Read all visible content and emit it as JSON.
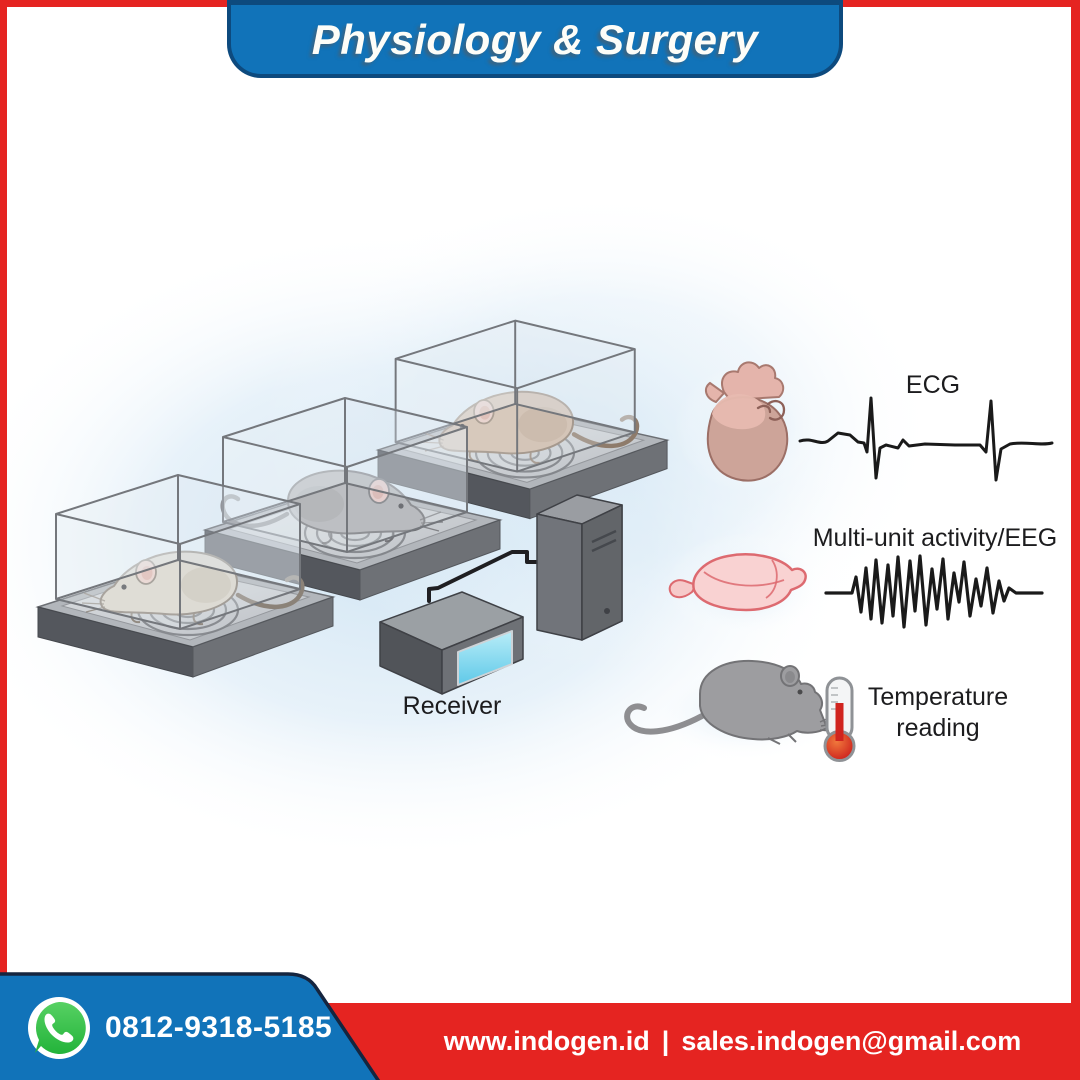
{
  "header": {
    "title": "Physiology & Surgery"
  },
  "diagram": {
    "description": "Three mice in transparent telemetry cages on receiver plates sending signals to a receiver box connected to a computer",
    "cages": [
      {
        "id": "cage-1",
        "mouse": "beige mouse",
        "position": "front-left"
      },
      {
        "id": "cage-2",
        "mouse": "gray mouse",
        "position": "middle"
      },
      {
        "id": "cage-3",
        "mouse": "brown mouse",
        "position": "back-right"
      }
    ],
    "receiver_label": "Receiver",
    "signals": [
      {
        "icon": "heart-icon",
        "label": "ECG"
      },
      {
        "icon": "brain-icon",
        "label": "Multi-unit activity/EEG"
      },
      {
        "icon": "mouse-thermometer-icon",
        "label_line1": "Temperature",
        "label_line2": "reading"
      }
    ]
  },
  "footer": {
    "whatsapp_icon": "whatsapp-icon",
    "whatsapp_number": "0812-9318-5185",
    "website": "www.indogen.id",
    "separator": "|",
    "email": "sales.indogen@gmail.com"
  },
  "colors": {
    "header_blue": "#1173b9",
    "frame_red": "#e52421",
    "ribbon_outline_navy": "#15253f",
    "whatsapp_green": "#2bb741",
    "receiver_screen_cyan": "#7fd4ec",
    "thermometer_red": "#d0241f",
    "trace_black": "#1a1a1a"
  }
}
